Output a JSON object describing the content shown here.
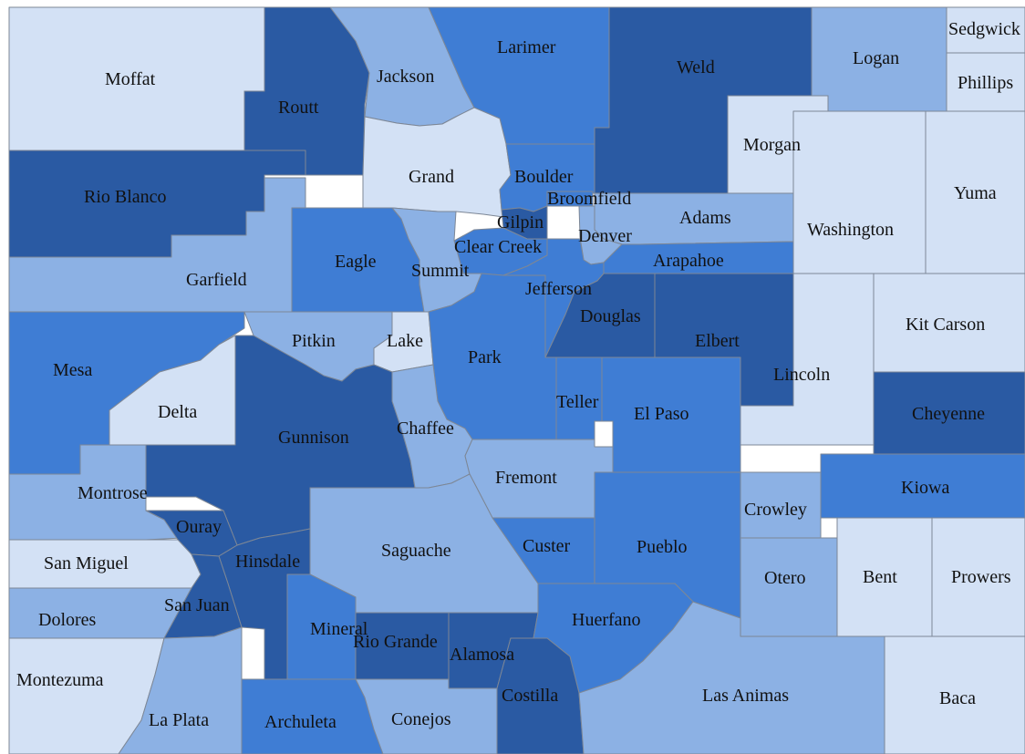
{
  "map": {
    "palette": {
      "lightest": "#d3e1f5",
      "light": "#8cb1e4",
      "medium": "#3f7dd4",
      "dark": "#2a5aa3",
      "border": "#7d8796",
      "background": "#ffffff"
    },
    "counties": {
      "moffat": {
        "name": "Moffat",
        "shade": "lightest"
      },
      "routt": {
        "name": "Routt",
        "shade": "dark"
      },
      "jackson": {
        "name": "Jackson",
        "shade": "light"
      },
      "larimer": {
        "name": "Larimer",
        "shade": "medium"
      },
      "weld": {
        "name": "Weld",
        "shade": "dark"
      },
      "logan": {
        "name": "Logan",
        "shade": "light"
      },
      "sedgwick": {
        "name": "Sedgwick",
        "shade": "lightest"
      },
      "phillips": {
        "name": "Phillips",
        "shade": "lightest"
      },
      "rio_blanco": {
        "name": "Rio Blanco",
        "shade": "dark"
      },
      "grand": {
        "name": "Grand",
        "shade": "lightest"
      },
      "boulder": {
        "name": "Boulder",
        "shade": "medium"
      },
      "broomfield": {
        "name": "Broomfield",
        "shade": "medium"
      },
      "gilpin": {
        "name": "Gilpin",
        "shade": "dark"
      },
      "clear_creek": {
        "name": "Clear Creek",
        "shade": "medium"
      },
      "denver": {
        "name": "Denver",
        "shade": "light"
      },
      "adams": {
        "name": "Adams",
        "shade": "light"
      },
      "morgan": {
        "name": "Morgan",
        "shade": "lightest"
      },
      "washington": {
        "name": "Washington",
        "shade": "lightest"
      },
      "yuma": {
        "name": "Yuma",
        "shade": "lightest"
      },
      "garfield": {
        "name": "Garfield",
        "shade": "light"
      },
      "eagle": {
        "name": "Eagle",
        "shade": "medium"
      },
      "summit": {
        "name": "Summit",
        "shade": "light"
      },
      "arapahoe": {
        "name": "Arapahoe",
        "shade": "medium"
      },
      "jefferson": {
        "name": "Jefferson",
        "shade": "medium"
      },
      "douglas": {
        "name": "Douglas",
        "shade": "dark"
      },
      "elbert": {
        "name": "Elbert",
        "shade": "dark"
      },
      "kit_carson": {
        "name": "Kit Carson",
        "shade": "lightest"
      },
      "mesa": {
        "name": "Mesa",
        "shade": "medium"
      },
      "pitkin": {
        "name": "Pitkin",
        "shade": "light"
      },
      "lake": {
        "name": "Lake",
        "shade": "lightest"
      },
      "park": {
        "name": "Park",
        "shade": "medium"
      },
      "lincoln": {
        "name": "Lincoln",
        "shade": "lightest"
      },
      "delta": {
        "name": "Delta",
        "shade": "lightest"
      },
      "teller": {
        "name": "Teller",
        "shade": "medium"
      },
      "el_paso": {
        "name": "El Paso",
        "shade": "medium"
      },
      "cheyenne": {
        "name": "Cheyenne",
        "shade": "dark"
      },
      "gunnison": {
        "name": "Gunnison",
        "shade": "dark"
      },
      "chaffee": {
        "name": "Chaffee",
        "shade": "light"
      },
      "fremont": {
        "name": "Fremont",
        "shade": "light"
      },
      "kiowa": {
        "name": "Kiowa",
        "shade": "medium"
      },
      "montrose": {
        "name": "Montrose",
        "shade": "light"
      },
      "crowley": {
        "name": "Crowley",
        "shade": "light"
      },
      "ouray": {
        "name": "Ouray",
        "shade": "dark"
      },
      "san_miguel": {
        "name": "San Miguel",
        "shade": "lightest"
      },
      "hinsdale": {
        "name": "Hinsdale",
        "shade": "dark"
      },
      "saguache": {
        "name": "Saguache",
        "shade": "light"
      },
      "custer": {
        "name": "Custer",
        "shade": "medium"
      },
      "pueblo": {
        "name": "Pueblo",
        "shade": "medium"
      },
      "otero": {
        "name": "Otero",
        "shade": "light"
      },
      "bent": {
        "name": "Bent",
        "shade": "lightest"
      },
      "prowers": {
        "name": "Prowers",
        "shade": "lightest"
      },
      "dolores": {
        "name": "Dolores",
        "shade": "light"
      },
      "san_juan": {
        "name": "San Juan",
        "shade": "dark"
      },
      "mineral": {
        "name": "Mineral",
        "shade": "medium"
      },
      "rio_grande": {
        "name": "Rio Grande",
        "shade": "dark"
      },
      "alamosa": {
        "name": "Alamosa",
        "shade": "dark"
      },
      "huerfano": {
        "name": "Huerfano",
        "shade": "medium"
      },
      "montezuma": {
        "name": "Montezuma",
        "shade": "lightest"
      },
      "la_plata": {
        "name": "La Plata",
        "shade": "light"
      },
      "archuleta": {
        "name": "Archuleta",
        "shade": "medium"
      },
      "conejos": {
        "name": "Conejos",
        "shade": "light"
      },
      "costilla": {
        "name": "Costilla",
        "shade": "dark"
      },
      "las_animas": {
        "name": "Las Animas",
        "shade": "light"
      },
      "baca": {
        "name": "Baca",
        "shade": "lightest"
      }
    }
  }
}
